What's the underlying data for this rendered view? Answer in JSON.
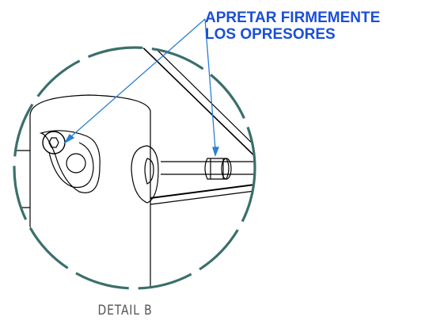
{
  "callout": {
    "line1": "APRETAR FIRMEMENTE",
    "line2": "LOS OPRESORES"
  },
  "detail_label": "DETAIL B",
  "colors": {
    "callout_text": "#1a4fd6",
    "leader_line": "#2a7fd4",
    "detail_circle": "#3b6f6a",
    "linework": "#000000",
    "label_text": "#555555"
  }
}
